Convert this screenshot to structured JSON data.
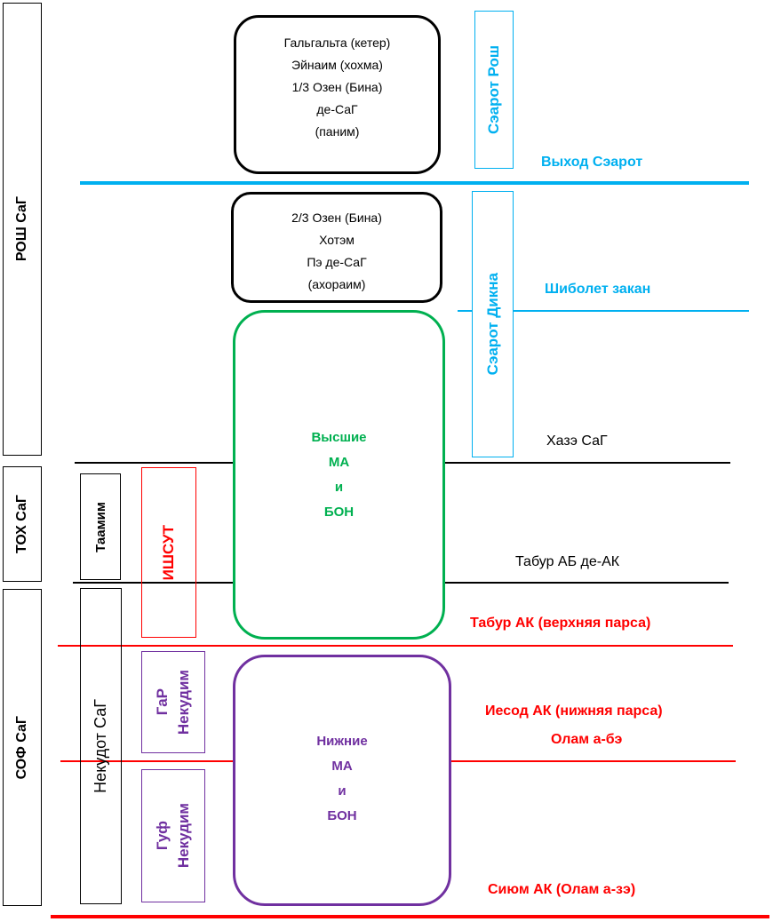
{
  "colors": {
    "blue": "#00b0f0",
    "red": "#ff0000",
    "green": "#00b050",
    "purple": "#7030a0",
    "black": "#000000"
  },
  "side_labels": {
    "rosh": "РОШ СаГ",
    "toh": "ТОХ СаГ",
    "sof": "СОФ СаГ",
    "nekudot": "Некудот СаГ",
    "taamim": "Таамим",
    "ishsut": "ИШСУТ",
    "gar_nekudim": [
      "ГаР",
      "Некудим"
    ],
    "guf_nekudim": [
      "Гуф",
      "Некудим"
    ]
  },
  "box_upper_rosh": [
    "Гальгальта (кетер)",
    "Эйнаим (хохма)",
    "1/3 Озен (Бина)",
    "де-СаГ",
    "(паним)"
  ],
  "box_lower_rosh": [
    "2/3 Озен (Бина)",
    "Хотэм",
    "Пэ де-СаГ",
    "(ахораим)"
  ],
  "box_upper_ma_bon": [
    "Высшие",
    "МА",
    "и",
    "БОН"
  ],
  "box_lower_ma_bon": [
    "Нижние",
    "МА",
    "и",
    "БОН"
  ],
  "tseirot": {
    "rosh": "Сэарот Рош",
    "dikna": "Сэарот Дикна"
  },
  "line_labels": {
    "yeziat_tseirot": "Выход Сэарот",
    "shibolet_zakan": "Шиболет закан",
    "haze_sag": "Хазэ СаГ",
    "tabur_ab": "Табур АБ де-АК",
    "tabur_ak": "Табур АК (верхняя парса)",
    "yesod_ak": "Иесод АК (нижняя парса)",
    "olam_abe": "Олам а-бэ",
    "siyum_ak": "Сиюм АК (Олам а-зэ)"
  }
}
